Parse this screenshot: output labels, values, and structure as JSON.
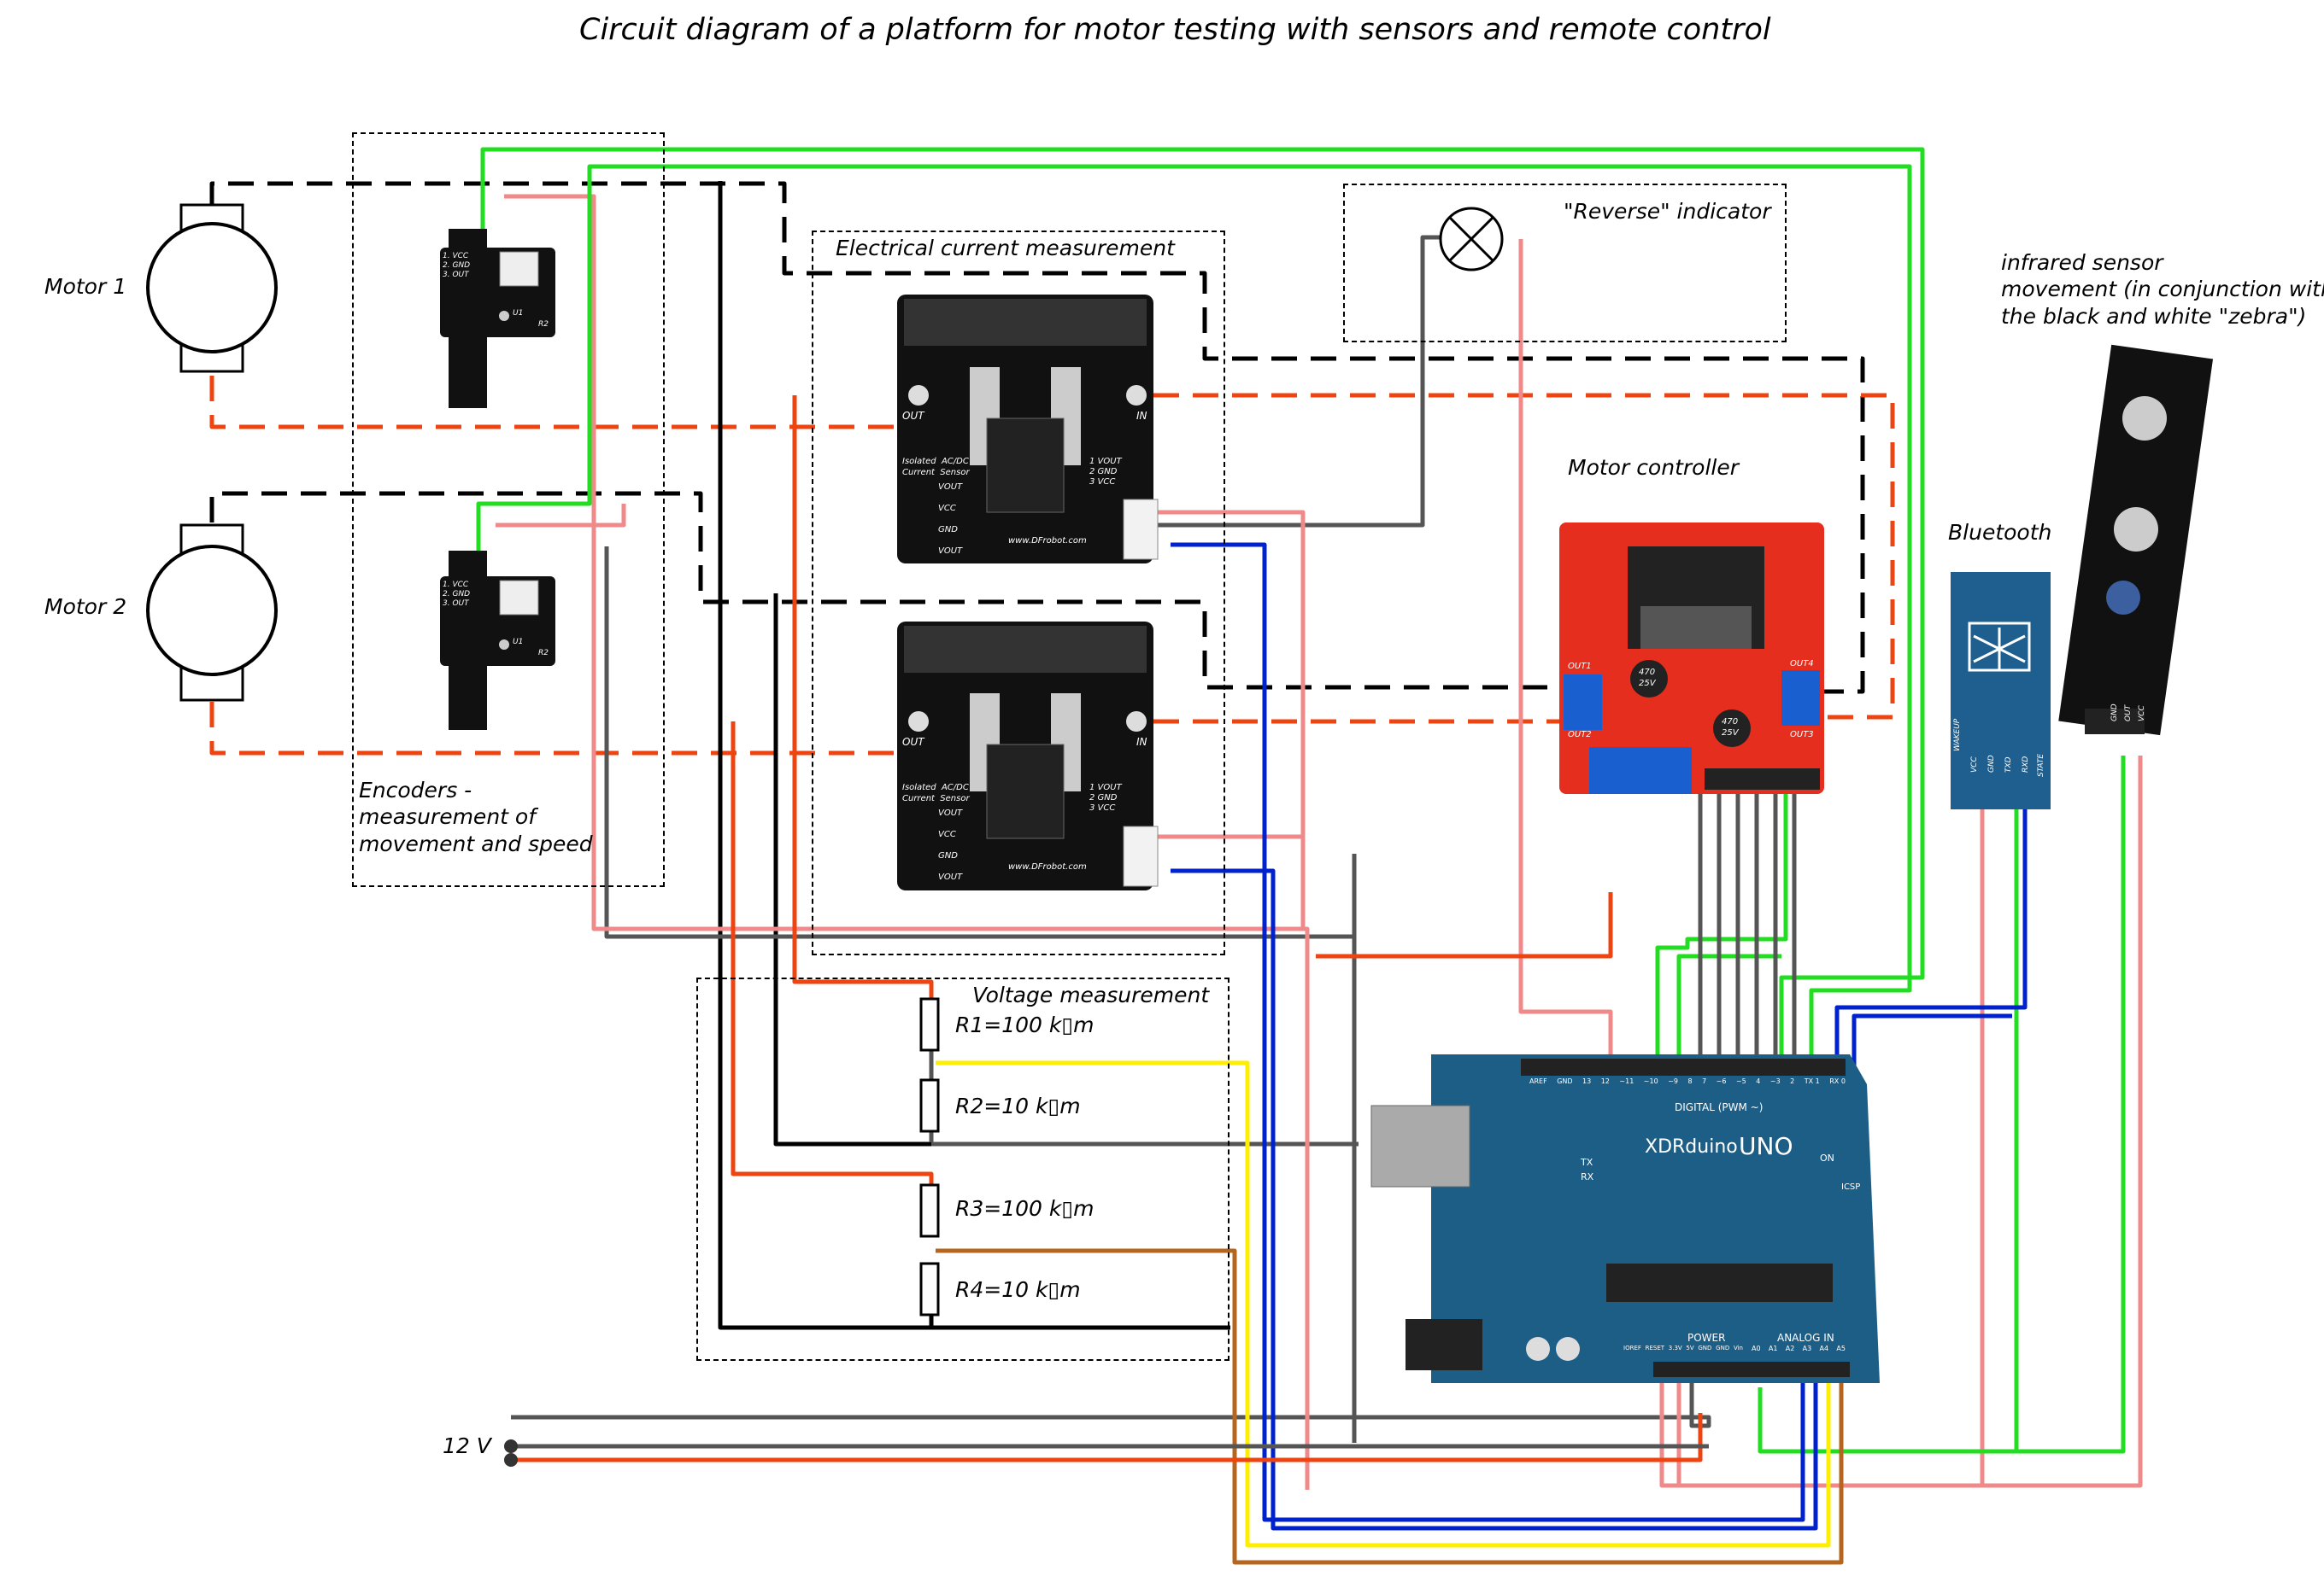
{
  "title": "Circuit diagram of a platform for motor testing  with sensors and remote control",
  "motors": [
    "Motor 1",
    "Motor 2"
  ],
  "encoders_label": "Encoders -\nmeasurement of\nmovement and speed",
  "current_label": "Electrical current measurement",
  "reverse_label": "\"Reverse\" indicator",
  "motor_controller_label": "Motor controller",
  "bluetooth_label": "Bluetooth",
  "infrared_label": "infrared sensor\nmovement (in conjunction with\nthe black and white \"zebra\")",
  "voltage_label": "Voltage measurement",
  "resistors": [
    "R1=100 k▯m",
    "R2=10 k▯m",
    "R3=100 k▯m",
    "R4=10 k▯m"
  ],
  "power_label": "12 V",
  "current_sensor_text": {
    "out": "OUT",
    "in": "IN",
    "isolated": "Isolated  AC/DC\nCurrent  Sensor",
    "pins": [
      "1 VOUT",
      "2 GND",
      "3 VCC"
    ],
    "left_pins": [
      "VOUT",
      "VCC",
      "GND",
      "VOUT"
    ],
    "www": "www.DFrobot.com"
  },
  "controller_text": {
    "out1": "OUT1",
    "out2": "OUT2",
    "out3": "OUT3",
    "out4": "OUT4",
    "cap": "470\n25V"
  },
  "bluetooth_pins": [
    "WAKEUP",
    "VCC",
    "GND",
    "TXD",
    "RXD",
    "STATE"
  ],
  "ir_pins": [
    "GND",
    "OUT",
    "VCC"
  ],
  "arduino_text": {
    "brand": "XDRduino",
    "model": "UNO",
    "digital": "DIGITAL (PWM ~)",
    "power": "POWER",
    "analog": "ANALOG IN",
    "pins_digital": [
      "AREF",
      "GND",
      "13",
      "12",
      "~11",
      "~10",
      "~9",
      "8",
      "7",
      "~6",
      "~5",
      "4",
      "~3",
      "2",
      "TX 1",
      "RX 0"
    ],
    "pins_power": [
      "IOREF",
      "RESET",
      "3.3V",
      "5V",
      "GND",
      "GND",
      "Vin"
    ],
    "pins_analog": [
      "A0",
      "A1",
      "A2",
      "A3",
      "A4",
      "A5"
    ],
    "on": "ON",
    "tx": "TX",
    "rx": "RX",
    "icsp": "ICSP"
  },
  "encoder_text": {
    "pins": [
      "1. VCC",
      "2. GND",
      "3. OUT"
    ],
    "chip": "U1",
    "r": "R2"
  },
  "colors": {
    "black": "#000000",
    "orange": "#ee4411",
    "pink": "#f08a8a",
    "grey": "#555555",
    "green": "#22dd22",
    "blue": "#0022cc",
    "yellow": "#ffee00",
    "brown": "#b5651d",
    "board_red": "#e62e1e",
    "arduino_blue": "#1d5e86",
    "bt_blue": "#1f5f8f"
  }
}
